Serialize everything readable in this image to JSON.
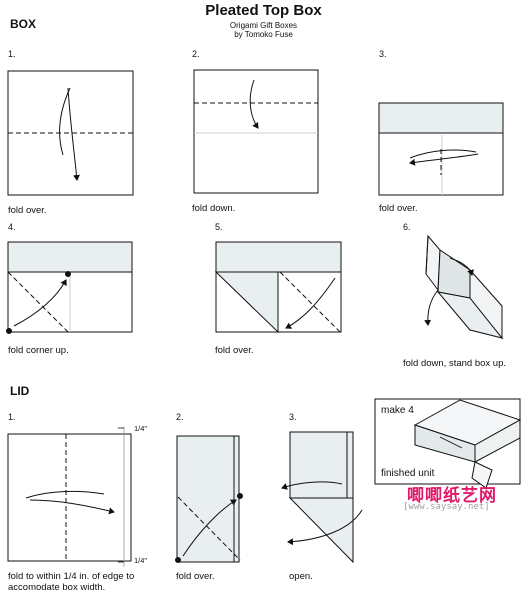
{
  "header": {
    "title": "Pleated Top Box",
    "subtitle_line1": "Origami Gift Boxes",
    "subtitle_line2": "by Tomoko Fuse"
  },
  "box_section": {
    "heading": "BOX",
    "steps": [
      {
        "number": "1.",
        "caption": "fold over."
      },
      {
        "number": "2.",
        "caption": "fold down."
      },
      {
        "number": "3.",
        "caption": "fold over."
      },
      {
        "number": "4.",
        "caption": "fold corner up."
      },
      {
        "number": "5.",
        "caption": "fold over."
      },
      {
        "number": "6.",
        "caption": "fold down, stand box up."
      }
    ]
  },
  "lid_section": {
    "heading": "LID",
    "steps": [
      {
        "number": "1.",
        "caption": "fold to within 1/4 in. of edge to accomodate box width."
      },
      {
        "number": "2.",
        "caption": "fold over."
      },
      {
        "number": "3.",
        "caption": "open."
      }
    ],
    "measure_label_top": "1/4\"",
    "measure_label_bottom": "1/4\""
  },
  "finished_panel": {
    "make_label": "make 4",
    "finished_label": "finished unit"
  },
  "watermark": {
    "site_name": "唧唧纸艺网",
    "site_url": "[www.saysay.net]"
  },
  "colors": {
    "line": "#111111",
    "fold_fill": "#e9eef0",
    "watermark_pink": "#e0196a"
  }
}
